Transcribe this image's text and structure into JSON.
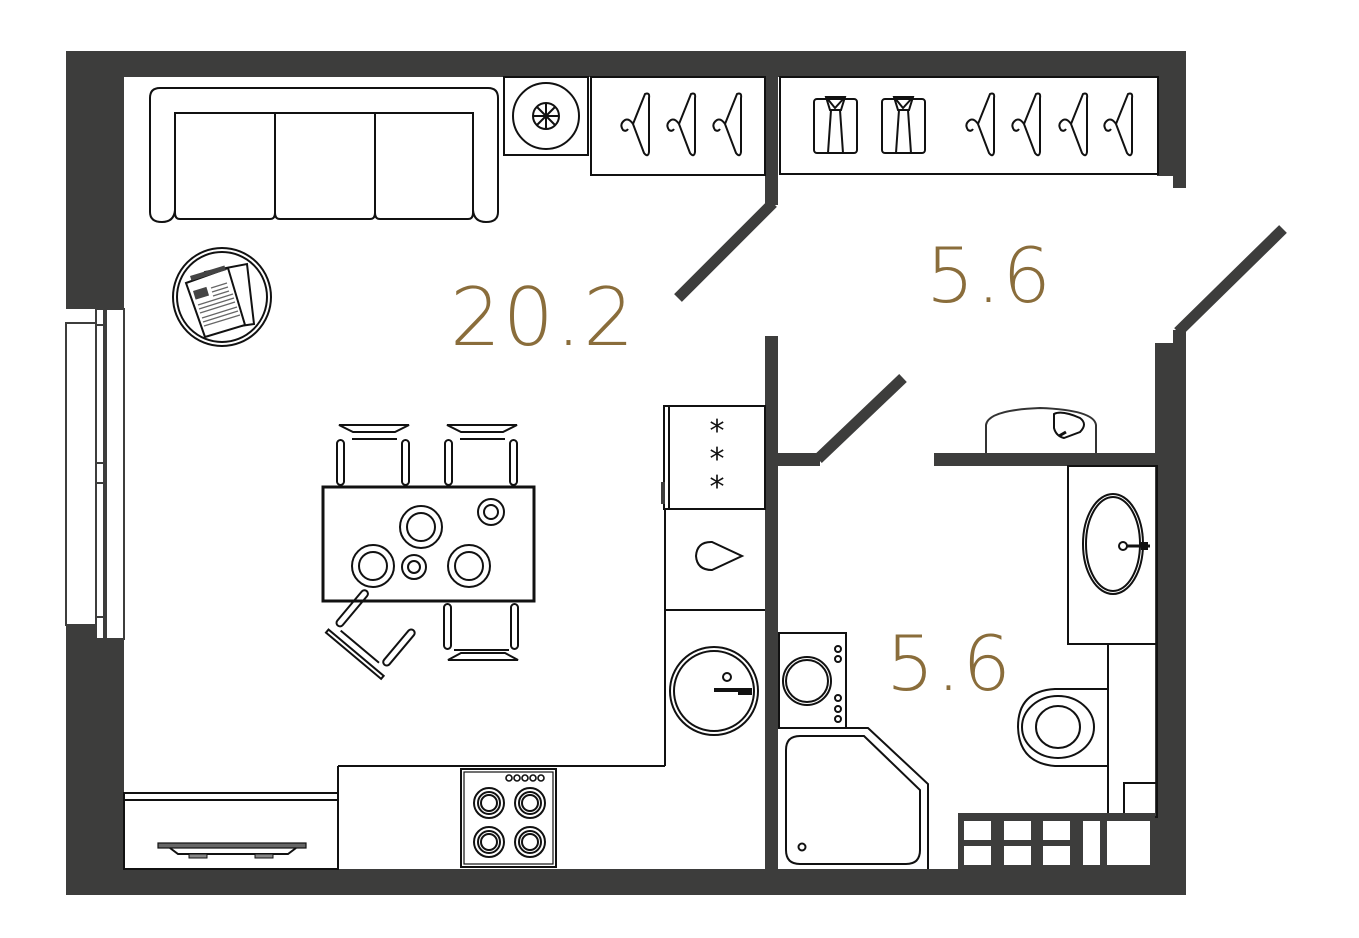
{
  "floor_plan": {
    "type": "apartment-floor-plan",
    "colors": {
      "wall": "#3d3d3c",
      "area_label": "#8a6d3b",
      "background": "#ffffff",
      "line": "#111111"
    },
    "rooms": [
      {
        "id": "living-kitchen",
        "area": "20.2"
      },
      {
        "id": "hallway",
        "area": "5.6"
      },
      {
        "id": "bathroom",
        "area": "5.6"
      }
    ],
    "furniture": {
      "living_kitchen": [
        "sofa-icon",
        "coffee-table-newspaper-icon",
        "dining-table-icon",
        "chair-icon",
        "fridge-icon",
        "kitchen-sink-icon",
        "washing-machine-icon",
        "stove-icon",
        "tv-stand-icon",
        "boiler-icon",
        "wardrobe-hangers-icon"
      ],
      "hallway": [
        "wardrobe-shirts-hangers-icon",
        "door-icon"
      ],
      "bathroom": [
        "washbasin-icon",
        "toilet-icon",
        "shower-tray-icon",
        "dryer-icon",
        "radiator-icon",
        "ceiling-lamp-icon"
      ]
    }
  }
}
